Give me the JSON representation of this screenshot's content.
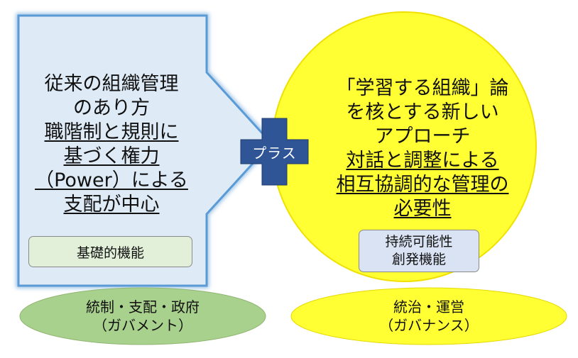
{
  "left_block": {
    "lines": [
      "従来の組織管理",
      "のあり方",
      "職階制と規則に",
      "基づく権力",
      "（Power）による",
      "支配が中心"
    ],
    "box_label": "基礎的機能"
  },
  "plus_label": "プラス",
  "right_block": {
    "lines": [
      "「学習する組織」論",
      "を核とする新しい",
      "アプローチ",
      "対話と調整による",
      "相互協調的な管理の",
      "必要性"
    ],
    "box_lines": [
      "持続可能性",
      "創発機能"
    ]
  },
  "left_ellipse": {
    "line1": "統制・支配・政府",
    "line2": "（ガバメント）"
  },
  "right_ellipse": {
    "line1": "統治・運営",
    "line2": "（ガバナンス）"
  },
  "colors": {
    "arrow_fill": "#deebf7",
    "arrow_stroke": "#5b9bd5",
    "circle_fill": "#ffff33",
    "plus_fill": "#2f5597",
    "left_ellipse_fill": "#a9d18e",
    "right_ellipse_fill": "#ffff33"
  }
}
